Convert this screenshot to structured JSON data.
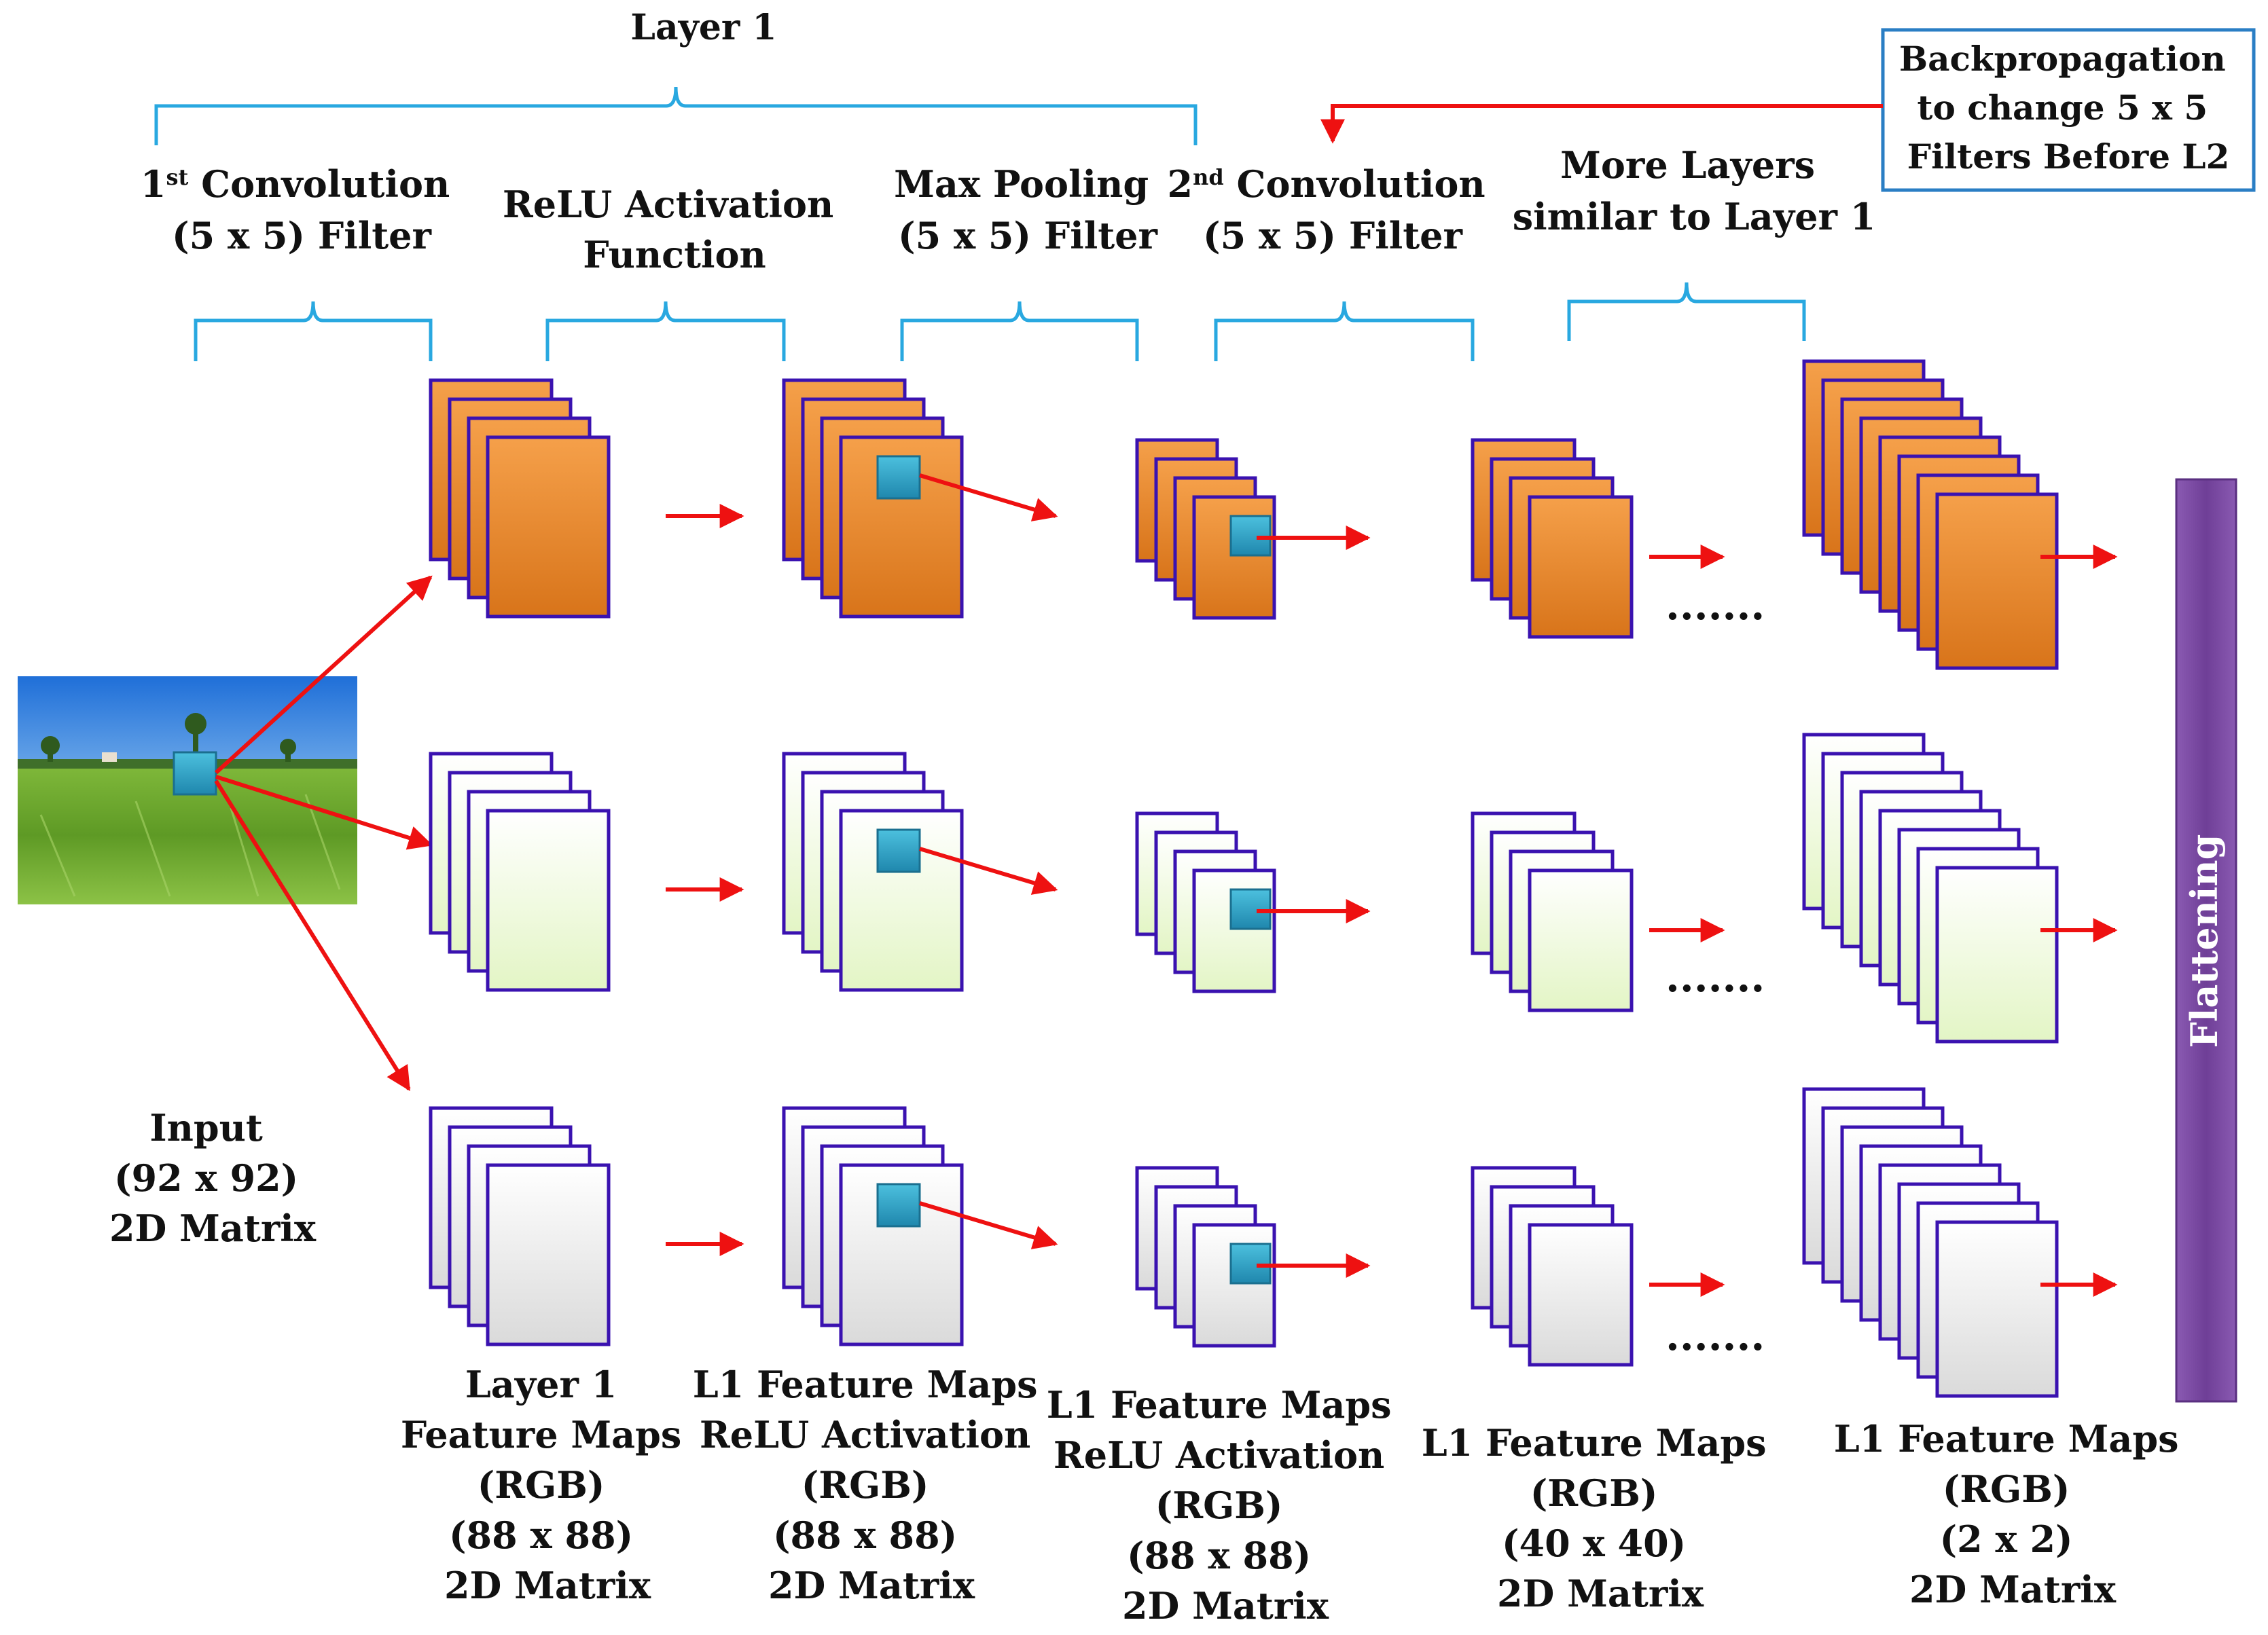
{
  "labels": {
    "layer1": "Layer 1",
    "conv1": [
      "1st Convolution",
      "(5 x 5) Filter"
    ],
    "relu": [
      "ReLU Activation",
      "Function"
    ],
    "maxpool": [
      "Max Pooling",
      "(5 x 5) Filter"
    ],
    "conv2": [
      "2nd Convolution",
      "(5 x 5) Filter"
    ],
    "more_layers": [
      "More Layers",
      "similar to Layer 1"
    ],
    "backprop": [
      "Backpropagation",
      "to change 5 x 5",
      "Filters Before L2"
    ],
    "flattening": "Flattening",
    "input": [
      "Input",
      "(92 x 92)",
      "2D Matrix"
    ],
    "col1": [
      "Layer 1",
      "Feature Maps",
      "(RGB)",
      "(88 x 88)",
      "2D Matrix"
    ],
    "col2": [
      "L1 Feature Maps",
      "ReLU Activation",
      "(RGB)",
      "(88 x 88)",
      "2D Matrix"
    ],
    "col3": [
      "L1 Feature Maps",
      "ReLU Activation",
      "(RGB)",
      "(88 x 88)",
      "2D Matrix"
    ],
    "col4": [
      "L1 Feature Maps",
      "(RGB)",
      "(40 x 40)",
      "2D Matrix"
    ],
    "col5": [
      "L1 Feature Maps",
      "(RGB)",
      "(2 x 2)",
      "2D Matrix"
    ],
    "dots": "......."
  },
  "colors": {
    "orange_top": "#f5a04a",
    "orange_bottom": "#d8741a",
    "green_top": "#ffffff",
    "green_bottom": "#e3f5c5",
    "gray_top": "#ffffff",
    "gray_bottom": "#dadada",
    "stroke": "#3a12b0",
    "arrow": "#ee1111",
    "bracket": "#29a8e0",
    "filter": "#2aa3c6",
    "flatten": "#7a4aa0",
    "backbox_border": "#2a7ec4"
  }
}
